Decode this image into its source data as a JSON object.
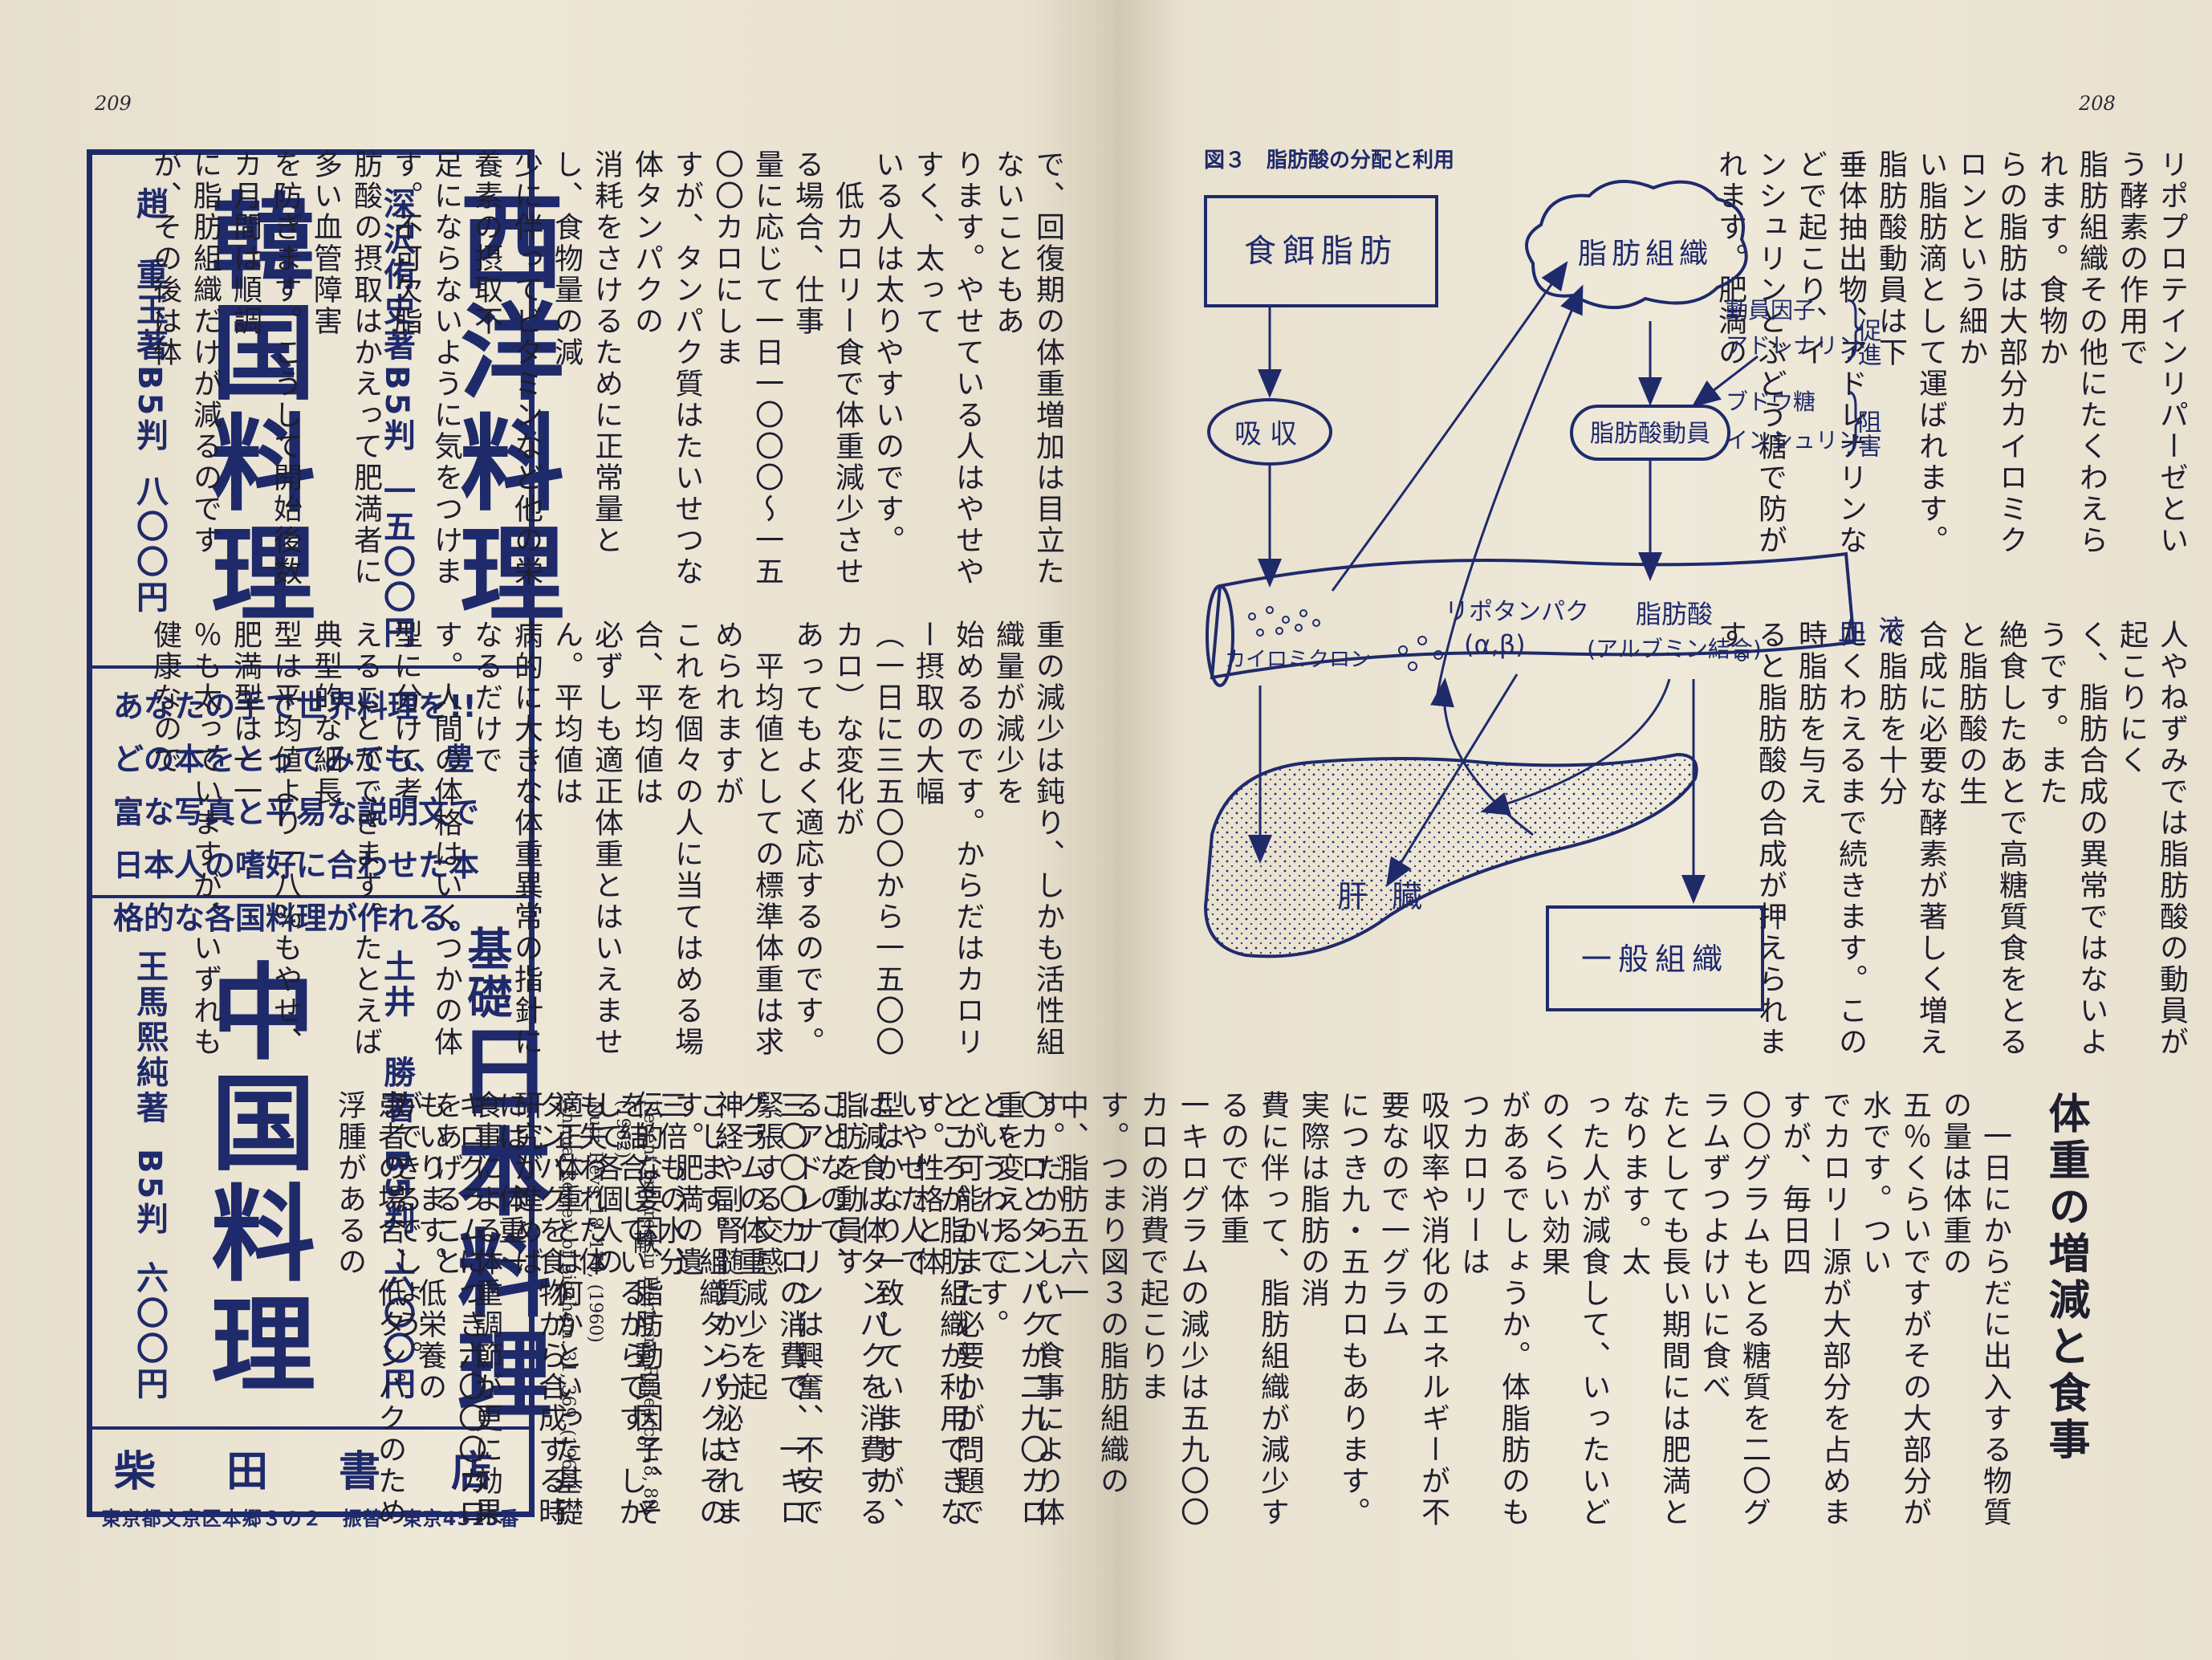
{
  "left_page": {
    "page_number": "209",
    "ad": {
      "book1": {
        "title": "西洋料理",
        "author": "深沢侑史著",
        "format": "B5判",
        "price": "一五〇〇円"
      },
      "book2": {
        "title": "韓国料理",
        "author": "趙　重玉著",
        "format": "B5判",
        "price": "八〇〇円"
      },
      "tagline": "あなたの手で世界料理を!!",
      "description_lines": [
        "どの本をとってみても、豊",
        "富な写真と平易な説明文で",
        "日本人の嗜好に合わせた本",
        "格的な各国料理が作れる。"
      ],
      "book3": {
        "title_prefix": "基礎",
        "title": "日本料理",
        "author": "土井　勝著",
        "format": "B5判",
        "price": "六〇〇円"
      },
      "book4": {
        "title": "中国料理",
        "author": "王馬熙純著",
        "format": "B5判",
        "price": "六〇〇円"
      },
      "publisher": "柴　田　書　店",
      "address": "東京都文京区本郷３の２　振替　東京4515番"
    },
    "column_upper": [
      "で、回復期の体重増加は目立たないこともあ",
      "ります。やせている人はやせやすく、太って",
      "いる人は太りやすいのです。",
      "　低カロリー食で体重減少させる場合、仕事",
      "量に応じて一日一〇〇〇～一五〇〇カロにしま",
      "すが、タンパク質はたいせつな体タンパクの",
      "消耗をさけるために正常量とし、食物量の減",
      "少に伴ってビタミンなど他の栄養素の摂取不",
      "足にならないように気をつけます。不可欠脂",
      "肪酸の摂取はかえって肥満者に多い血管障害",
      "を防ぎます。こうして開始後数カ月間は順調",
      "に脂肪組織だけが減るのですが、その後は体"
    ],
    "column_middle": [
      "重の減少は鈍り、しかも活性組織量が減少を",
      "始めるのです。からだはカロリー摂取の大幅",
      "（一日に三五〇〇から一五〇〇カロ）な変化が",
      "あってもよく適応するのです。",
      "　平均値としての標準体重は求められますが",
      "これを個々の人に当てはめる場合、平均値は",
      "必ずしも適正体重とはいえません。平均値は",
      "病的に大きな体重異常の指針になるだけで",
      "す。人間の体格はいくつかの体型に分けて考",
      "えることができます。たとえば典型的な細長",
      "型は平均値より一八％もやせ、肥満型は一一",
      "％も太っていますが、いずれも健康なので"
    ],
    "column_lower": [
      "す。だからしいて食事により体重を変えるこ",
      "とが可能かまた必要かが問題です。性格と体",
      "型はかなり一致していますが、脂肪を動員す",
      "るアドレナリンは興奮、不安で緊張する交感",
      "神経や副腎髄質から分泌されます。肥満の遺",
      "伝的な要因、脂肪動員因子、そして各個人の",
      "適正体重とは何かといった基礎研究が進めば",
      "食事による体重調節が更に効果をあげること",
      "ができるでしょう。"
    ],
    "references_heading": "文　献",
    "references": [
      "Recent Progress in Hormone Research 18, 89, (1962)",
      "Nutr. Revs. 18, 170, (1960)",
      "Annual Review of Biochem. 31, 369, (1962)"
    ]
  },
  "right_page": {
    "page_number": "208",
    "column_top_right": [
      "リポプロテインリパーゼという酵素の作用で",
      "脂肪組織その他にたくわえられます。食物か",
      "らの脂肪は大部分カイロミクロンという細か",
      "い脂肪滴として運ばれます。脂肪酸動員は下",
      "垂体抽出物、アドレナリンなどで起こり、イ",
      "ンシュリンとぶどう糖で防がれます。肥満の"
    ],
    "column_top_left": [
      "人やねずみでは脂肪酸の動員が起こりにく",
      "く、脂肪合成の異常ではないようです。また",
      "絶食したあとで高糖質食をとると脂肪酸の生",
      "合成に必要な酵素が著しく増えて脂肪を十分",
      "たくわえるまで続きます。この時脂肪を与え",
      "ると脂肪酸の合成が押えられます。"
    ],
    "section_heading": "体重の増減と食事",
    "column_bottom": [
      "　一日にからだに出入する物質の量は体重の",
      "五％くらいですがその大部分が水です。つい",
      "でカロリー源が大部分を占めますが、毎日四",
      "〇〇グラムもとる糖質を二〇グラムずつよけいに食べ",
      "たとしても長い期間には肥満となります。太",
      "った人が減食して、いったいどのくらい効果",
      "があるでしょうか。体脂肪のもつカロリーは",
      "吸収率や消化のエネルギーが不要なので一グラム",
      "につき九・五カロもあります。実際は脂肪の消",
      "費に伴って、脂肪組織が減少するので体重",
      "一キログラムの減少は五九〇〇カロの消費で起こりま",
      "す。つまり図３の脂肪組織の中、脂肪五六一",
      "〇カロとタンパクが二九〇カロというわけです。",
      "ところが脂肪組織が利用できないやせた人で",
      "は減食は体タンパクを消費することなので、",
      "三〇〇〇カロの消費で、一キログラムの体重減少を起",
      "こします。組織タンパクはその三倍もの水分",
      "を結合しているからです。しかも失われた体",
      "タンパクを食物から合成する時には、体重一",
      "キログラムにつき六〇〇〇カロもいります。低栄養の",
      "患者の場合、低タンパクのため浮腫があるの"
    ],
    "figure": {
      "caption": "図３　脂肪酸の分配と利用",
      "dietary_fat": "食餌脂肪",
      "adipose_tissue": "脂肪組織",
      "absorption": "吸収",
      "mobilization": "脂肪酸動員",
      "promote_factor1": "動員因子",
      "promote_factor2": "アドレナリン",
      "promote_label": "促進",
      "inhibit_factor1": "ブドウ糖",
      "inhibit_factor2": "インシュリン",
      "inhibit_label": "阻害",
      "chylomicron": "カイロミクロン",
      "lipoprotein": "リポタンパク",
      "lipoprotein_sub": "(α,β)",
      "fatty_acid": "脂肪酸",
      "fatty_acid_sub": "(アルブミン結合)",
      "blood": "血液",
      "liver": "肝臓",
      "general_tissue": "一般組織"
    }
  }
}
